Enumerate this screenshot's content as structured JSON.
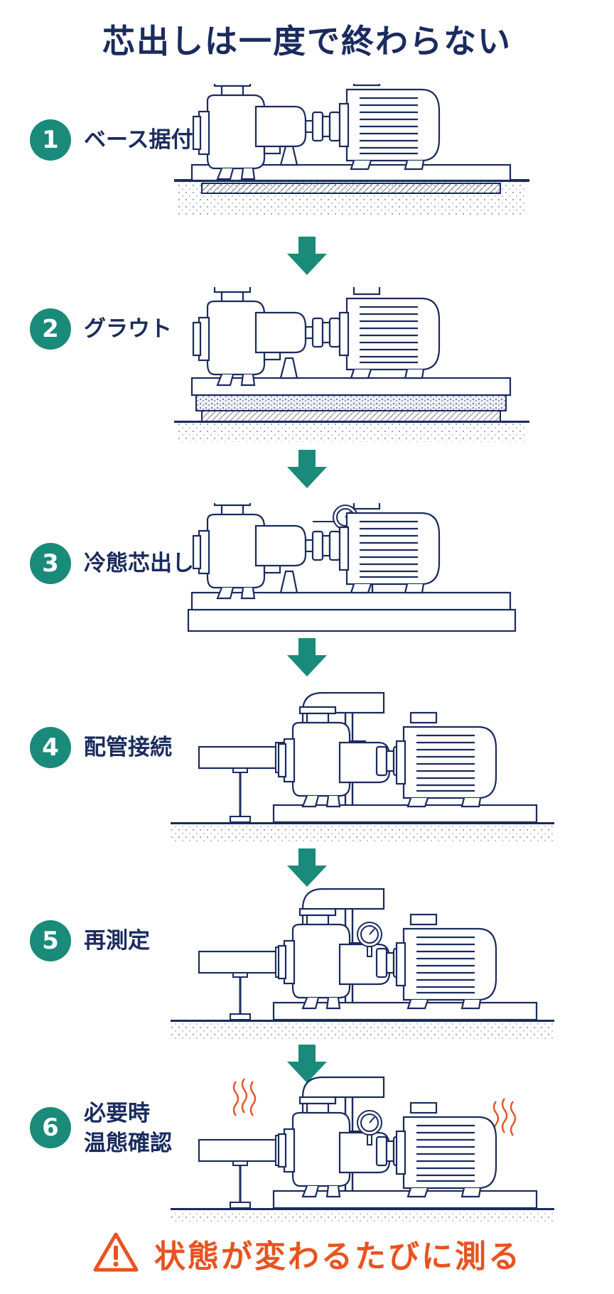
{
  "title": "芯出しは一度で終わらない",
  "steps": [
    {
      "num": "1",
      "label": "ベース据付"
    },
    {
      "num": "2",
      "label": "グラウト"
    },
    {
      "num": "3",
      "label": "冷態芯出し"
    },
    {
      "num": "4",
      "label": "配管接続"
    },
    {
      "num": "5",
      "label": "再測定"
    },
    {
      "num": "6",
      "label_line1": "必要時",
      "label_line2": "温態確認"
    }
  ],
  "footer": {
    "text": "状態が変わるたびに測る"
  },
  "colors": {
    "navy": "#1a2b5e",
    "teal": "#1a8a7a",
    "orange": "#e8531f"
  },
  "icons": [
    "pump-motor-illustration",
    "down-arrow-icon",
    "dial-gauge-icon",
    "heat-wave-icon",
    "warning-icon"
  ]
}
